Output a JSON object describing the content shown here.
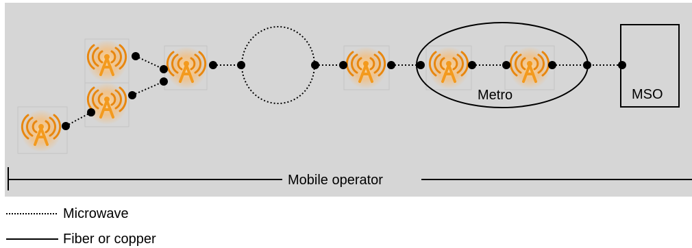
{
  "diagram": {
    "metro_label": "Metro",
    "mso_label": "MSO",
    "operator_label": "Mobile operator"
  },
  "legend": {
    "microwave_label": "Microwave",
    "fiber_label": "Fiber or copper"
  },
  "colors": {
    "panel_background": "#d6d6d6",
    "node": "#000000",
    "tower_orange": "#f39a1e",
    "tower_glow": "#ffc070",
    "page_background": "#ffffff"
  },
  "icons": {
    "cell_tower": "cell-tower-icon",
    "node": "node-dot"
  }
}
